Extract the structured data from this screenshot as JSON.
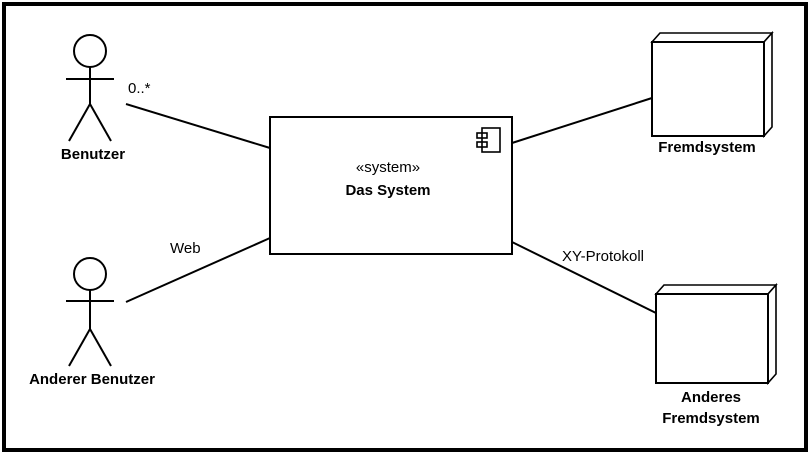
{
  "actors": [
    {
      "name": "Benutzer"
    },
    {
      "name": "Anderer Benutzer"
    }
  ],
  "system": {
    "stereotype": "«system»",
    "name": "Das System",
    "icon": "component-icon"
  },
  "nodes": [
    {
      "name": "Fremdsystem"
    },
    {
      "name_lines": [
        "Anderes",
        "Fremdsystem"
      ]
    }
  ],
  "connections": {
    "benutzer_multiplicity": "0..*",
    "anderer_benutzer_label": "Web",
    "anderes_fremdsystem_label": "XY-Protokoll"
  },
  "colors": {
    "line": "#000000",
    "background": "#ffffff"
  }
}
